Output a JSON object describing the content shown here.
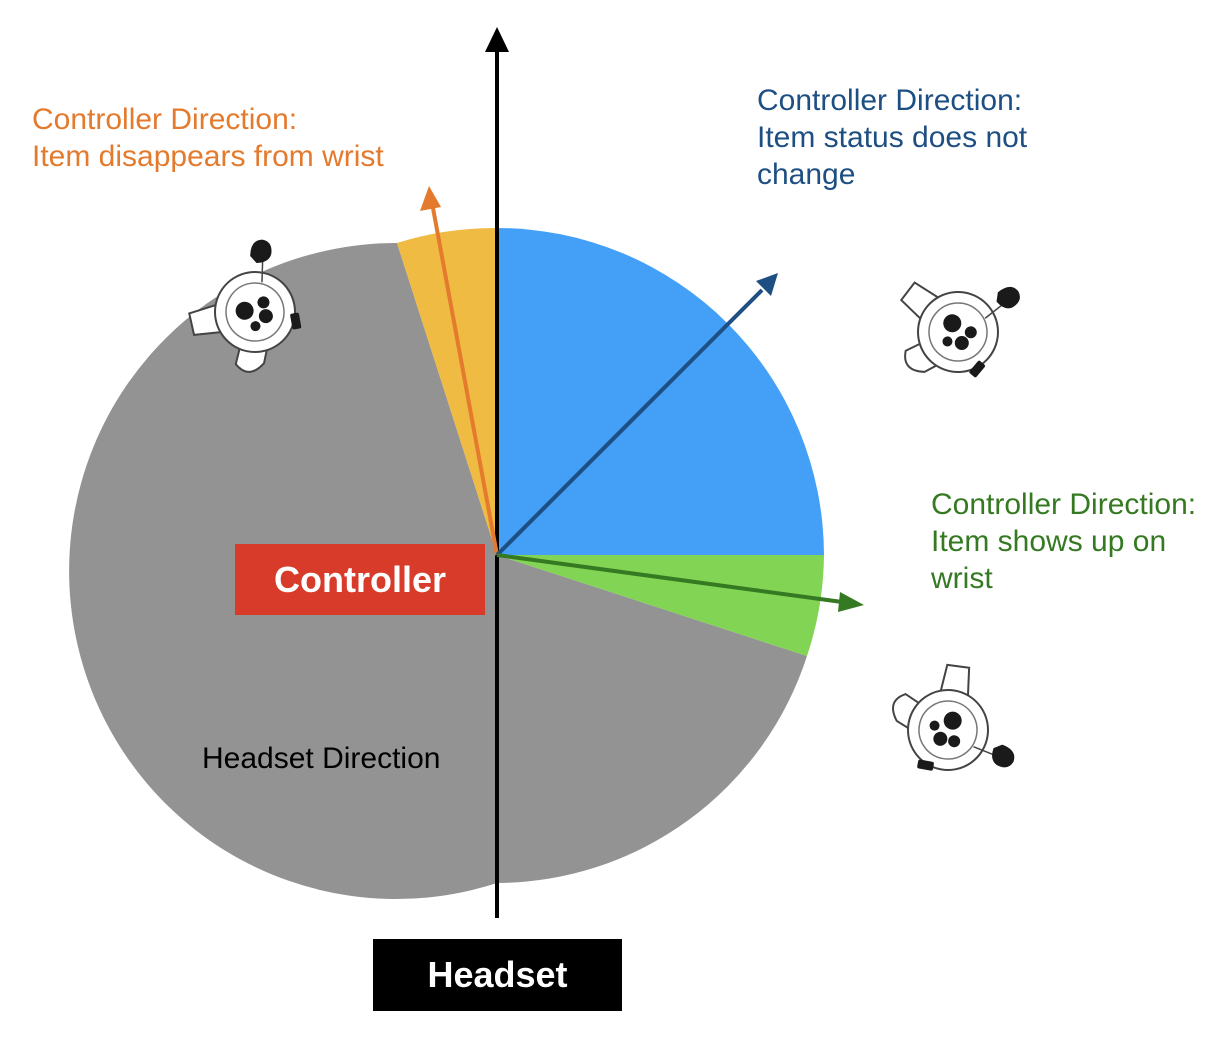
{
  "colors": {
    "gray_region": "#939393",
    "blue_region": "#44a0f6",
    "green_region": "#82d454",
    "orange_region": "#f0bb42",
    "orange_text": "#e47a2d",
    "blue_text": "#1e4f83",
    "green_text": "#357a22",
    "controller_box": "#d93b2b",
    "headset_box": "#000000"
  },
  "labels": {
    "orange": {
      "line1": "Controller Direction:",
      "line2": "Item disappears from wrist"
    },
    "blue": {
      "line1": "Controller Direction:",
      "line2": "Item status does not",
      "line3": "change"
    },
    "green": {
      "line1": "Controller Direction:",
      "line2": "Item shows up on",
      "line3": "wrist"
    },
    "headset_direction": "Headset Direction",
    "controller_box": "Controller",
    "headset_box": "Headset"
  },
  "icons": [
    "vr-controller-icon",
    "vr-controller-icon",
    "vr-controller-icon"
  ]
}
